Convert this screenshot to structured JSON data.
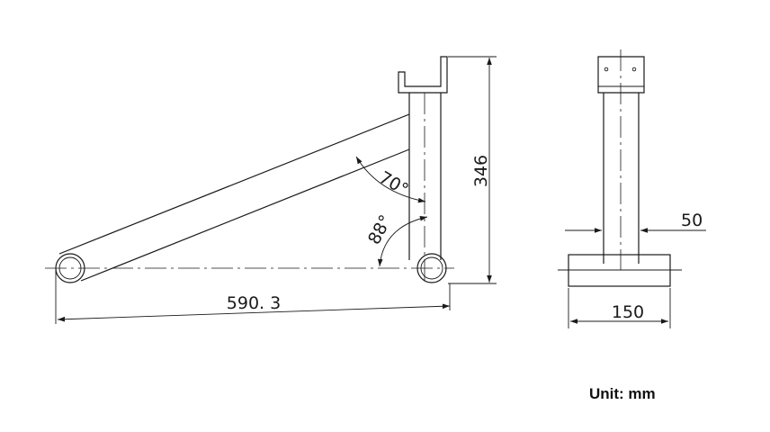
{
  "dimensions": {
    "length": "590. 3",
    "height": "346",
    "angle_top": "70°",
    "angle_bottom": "88°",
    "tube_width": "50",
    "base_width": "150"
  },
  "unit_label": "Unit: mm"
}
